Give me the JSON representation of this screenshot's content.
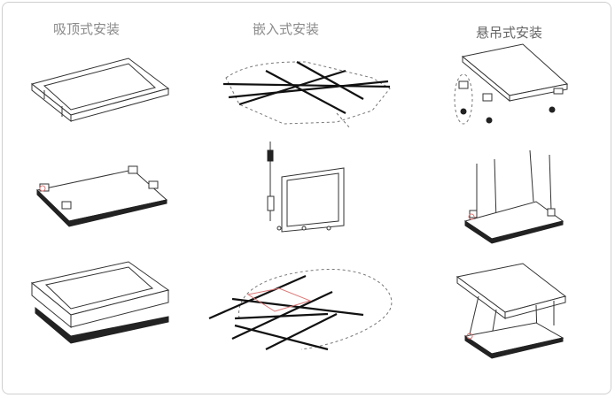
{
  "columns": [
    {
      "title": "吸顶式安装"
    },
    {
      "title": "嵌入式安装"
    },
    {
      "title": "悬吊式安装"
    }
  ],
  "colors": {
    "line": "#333333",
    "accent": "#dd7777",
    "title": "#8a8a8a"
  }
}
